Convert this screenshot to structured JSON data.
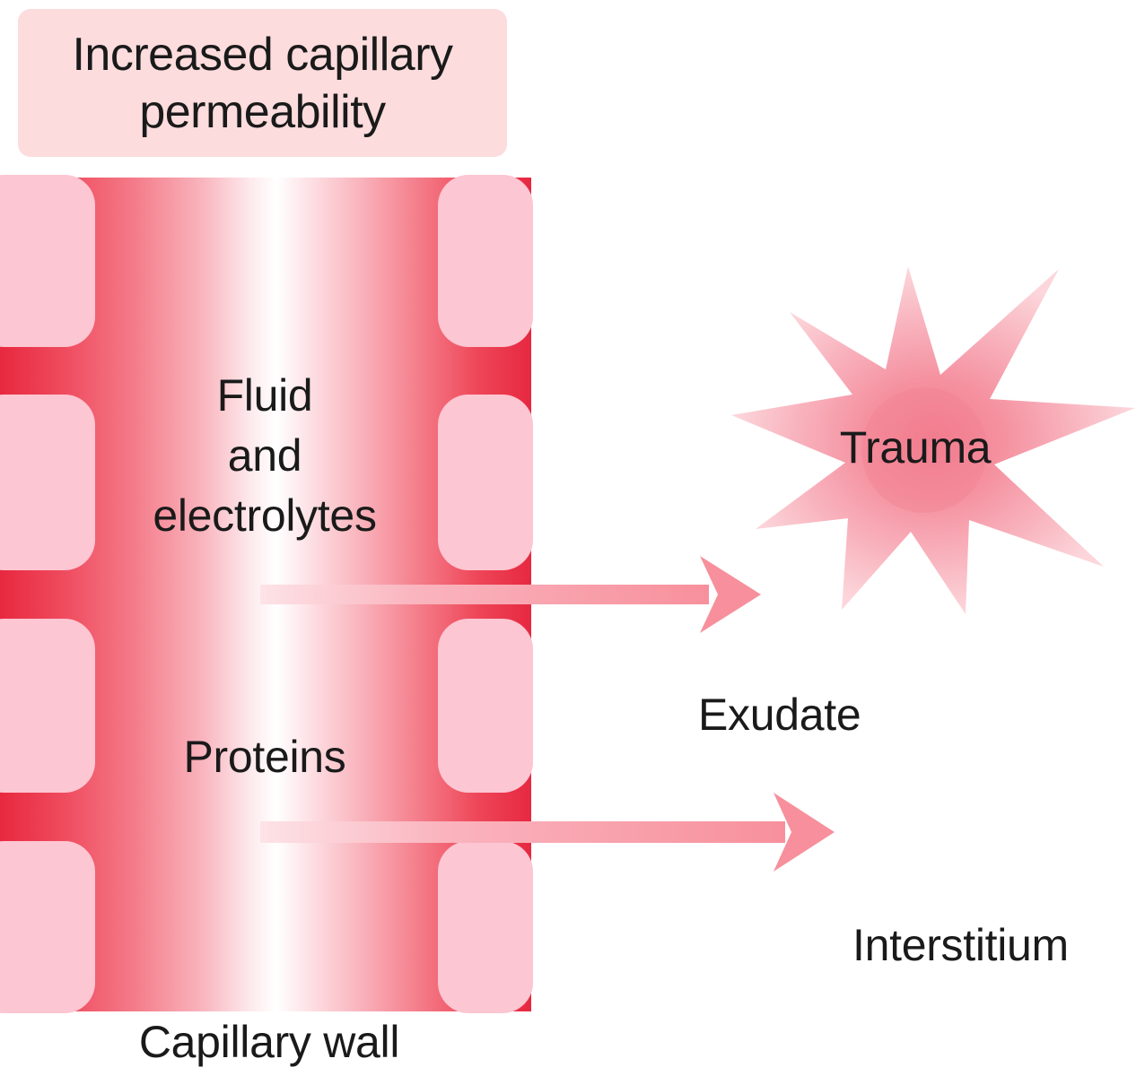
{
  "title": {
    "line1": "Increased capillary",
    "line2": "permeability"
  },
  "labels": {
    "fluid_line1": "Fluid",
    "fluid_line2": "and",
    "fluid_line3": "electrolytes",
    "proteins": "Proteins",
    "trauma": "Trauma",
    "exudate": "Exudate",
    "interstitium": "Interstitium",
    "capillary_wall": "Capillary wall"
  },
  "colors": {
    "title_box": "#fddcdd",
    "wall_cell": "#fcc6d2",
    "vessel_dark": "#e8283f",
    "vessel_light": "#ffffff",
    "arrow": "#f7909c",
    "trauma_outer": "#fbd0d5",
    "trauma_inner": "#f48a98"
  }
}
